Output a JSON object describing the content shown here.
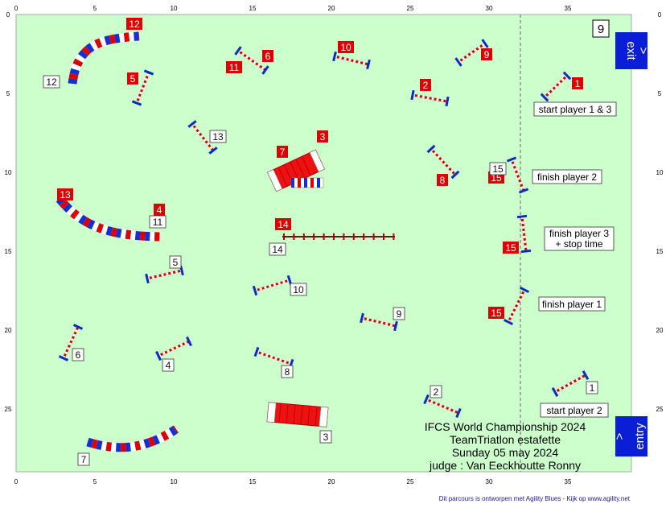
{
  "axis_ticks": [
    "0",
    "5",
    "10",
    "15",
    "20",
    "25",
    "30",
    "35"
  ],
  "course_number": "9",
  "exit_label": "exit",
  "exit_arrow": ">",
  "entry_label": "entry",
  "entry_arrow": ">",
  "colors": {
    "field": "#ccffcc",
    "red": "#dd0000",
    "blue": "#0a2dbf",
    "pole": "#cc0000",
    "tunnel_blue": "#1530d0",
    "exit_bg": "#0a1ed6"
  },
  "notes": [
    {
      "key": "start13",
      "text": [
        "start player 1 & 3"
      ]
    },
    {
      "key": "finish2",
      "text": [
        "finish player 2"
      ]
    },
    {
      "key": "finish3",
      "text": [
        "finish player 3",
        "+ stop time"
      ]
    },
    {
      "key": "finish1",
      "text": [
        "finish player 1"
      ]
    },
    {
      "key": "start2",
      "text": [
        "start player 2"
      ]
    }
  ],
  "info": [
    "IFCS World Championship 2024",
    "TeamTriatlon estafette",
    "Sunday 05 may 2024",
    "judge : Van Eeckhoutte Ronny"
  ],
  "footer": "Dit parcours is ontworpen met Agility Blues - Kijk op www.agility.net",
  "red_labels": [
    "1",
    "2",
    "3",
    "4",
    "5",
    "6",
    "7",
    "8",
    "9",
    "10",
    "11",
    "12",
    "13",
    "14",
    "15",
    "15",
    "15"
  ],
  "white_labels": [
    "1",
    "2",
    "3",
    "4",
    "5",
    "6",
    "7",
    "8",
    "9",
    "10",
    "11",
    "12",
    "13",
    "14",
    "15"
  ]
}
